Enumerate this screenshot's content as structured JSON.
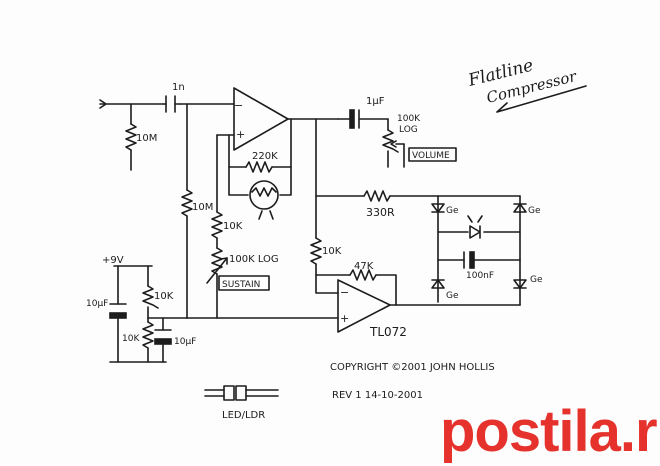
{
  "title": {
    "line1": "Flatline",
    "line2": "Compressor"
  },
  "components": {
    "c_in": "1n",
    "r_in": "10M",
    "c_out": "1µF",
    "pot_vol": "100K",
    "pot_vol_taper": "LOG",
    "volume_label": "VOLUME",
    "r_fb": "220K",
    "r_bias": "10M",
    "r_10k_a": "10K",
    "pot_sus": "100K LOG",
    "sustain_label": "SUSTAIN",
    "r_330": "330R",
    "r_10k_b": "10K",
    "r_47k": "47K",
    "c_100n": "100nF",
    "diode_ge_1": "Ge",
    "diode_ge_2": "Ge",
    "diode_ge_3": "Ge",
    "diode_ge_4": "Ge",
    "opamp": "TL072",
    "supply": "+9V",
    "c_10u_a": "10µF",
    "r_10k_c": "10K",
    "r_10k_d": "10K",
    "c_10u_b": "10µF",
    "ledldr": "LED/LDR"
  },
  "copyright": "COPYRIGHT ©2001 JOHN HOLLIS",
  "revision": "REV 1   14-10-2001",
  "watermark": "postila.ru"
}
